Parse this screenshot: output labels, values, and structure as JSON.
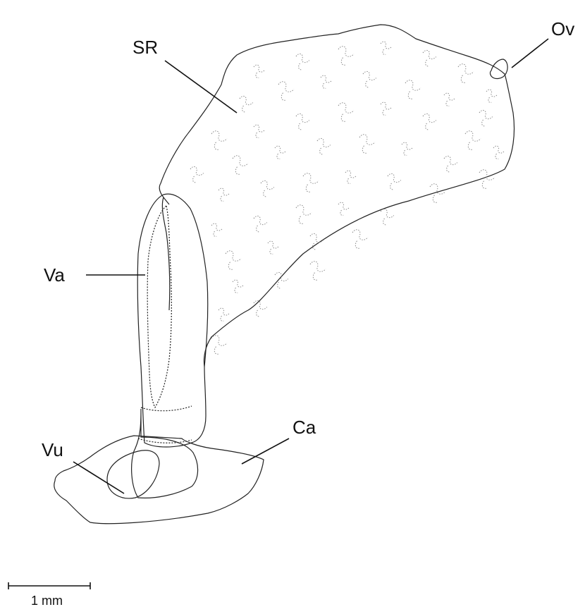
{
  "labels": {
    "sr": "SR",
    "ov": "Ov",
    "va": "Va",
    "vu": "Vu",
    "ca": "Ca"
  },
  "scale_bar": {
    "label": "1 mm"
  },
  "colors": {
    "line": "#222222",
    "stipple": "#555555",
    "squiggle": "#8a8a8a",
    "background": "#ffffff"
  }
}
